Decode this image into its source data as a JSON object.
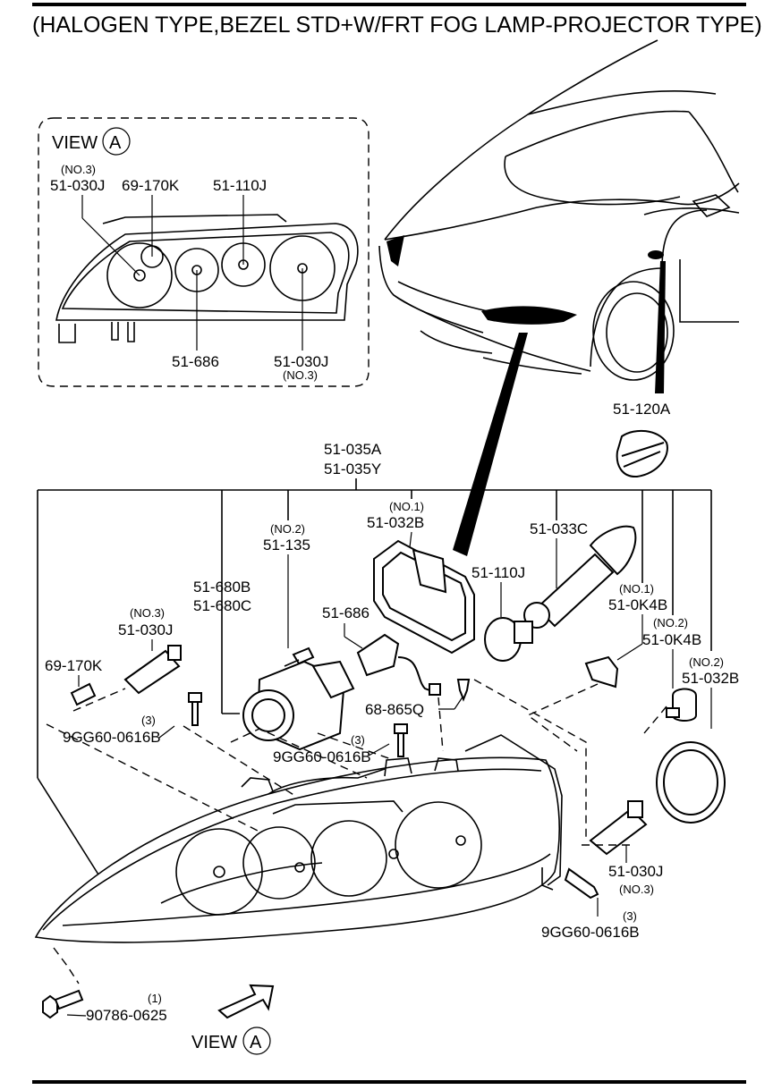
{
  "title": "(HALOGEN TYPE,BEZEL STD+W/FRT FOG LAMP-PROJECTOR TYPE)",
  "view_label": "VIEW",
  "view_letter": "A",
  "inset": {
    "view_label": "VIEW",
    "view_letter": "A",
    "parts": [
      {
        "qty": "(NO.3)",
        "number": "51-030J"
      },
      {
        "number": "69-170K"
      },
      {
        "number": "51-110J"
      },
      {
        "number": "51-686"
      },
      {
        "number": "51-030J",
        "qty": "(NO.3)"
      }
    ]
  },
  "parts": {
    "turn_signal": {
      "number": "51-120A"
    },
    "headlamp_assy": {
      "number_1": "51-035A",
      "number_2": "51-035Y"
    },
    "low_bulb": {
      "qty": "(NO.1)",
      "number": "51-032B"
    },
    "socket_135": {
      "qty": "(NO.2)",
      "number": "51-135"
    },
    "tube_033c": {
      "number": "51-033C"
    },
    "projector": {
      "number_1": "51-680B",
      "number_2": "51-680C"
    },
    "bulb_110j": {
      "number": "51-110J"
    },
    "bulb_686": {
      "number": "51-686"
    },
    "socket_0k4b_1": {
      "qty": "(NO.1)",
      "number": "51-0K4B"
    },
    "socket_0k4b_2": {
      "qty": "(NO.2)",
      "number": "51-0K4B"
    },
    "bulb_030j_left": {
      "qty": "(NO.3)",
      "number": "51-030J"
    },
    "bulb_170k": {
      "number": "69-170K"
    },
    "cap_032b": {
      "qty": "(NO.2)",
      "number": "51-032B"
    },
    "bolt_left": {
      "qty": "(3)",
      "number": "9GG60-0616B"
    },
    "bolt_center": {
      "qty": "(3)",
      "number": "9GG60-0616B"
    },
    "clip": {
      "number": "68-865Q"
    },
    "bulb_030j_right": {
      "number": "51-030J",
      "qty": "(NO.3)"
    },
    "bolt_right": {
      "qty": "(3)",
      "number": "9GG60-0616B"
    },
    "screw": {
      "qty": "(1)",
      "number": "90786-0625"
    }
  }
}
